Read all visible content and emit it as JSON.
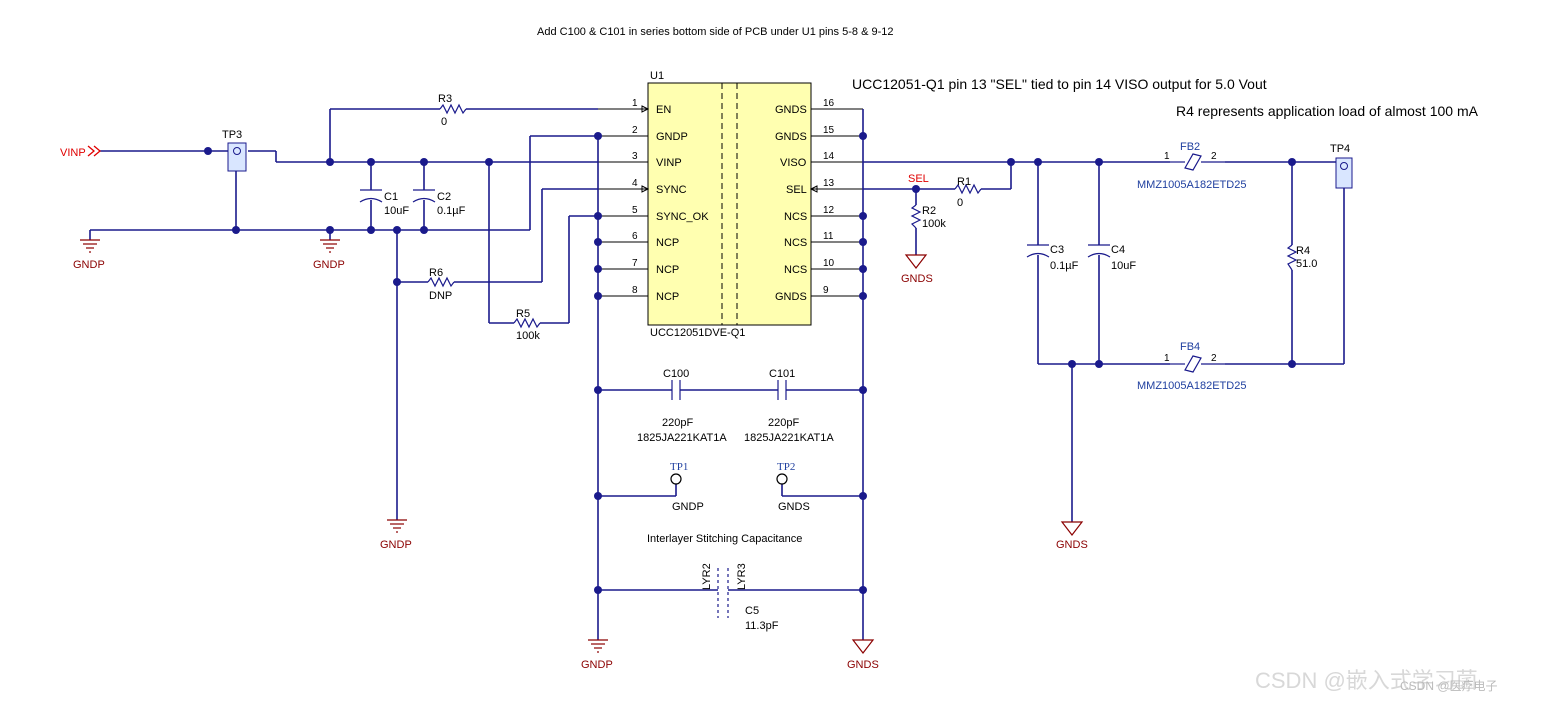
{
  "notes": {
    "top": "Add C100 & C101 in series bottom side of PCB under U1 pins 5-8 & 9-12",
    "sel_note": "UCC12051-Q1 pin 13 \"SEL\" tied to pin 14 VISO output for 5.0 Vout",
    "load_note": "R4 represents application load of almost 100 mA",
    "stitch": "Interlayer Stitching Capacitance"
  },
  "ic": {
    "ref": "U1",
    "part": "UCC12051DVE-Q1",
    "left_pins": [
      {
        "num": "1",
        "name": "EN"
      },
      {
        "num": "2",
        "name": "GNDP"
      },
      {
        "num": "3",
        "name": "VINP"
      },
      {
        "num": "4",
        "name": "SYNC"
      },
      {
        "num": "5",
        "name": "SYNC_OK"
      },
      {
        "num": "6",
        "name": "NCP"
      },
      {
        "num": "7",
        "name": "NCP"
      },
      {
        "num": "8",
        "name": "NCP"
      }
    ],
    "right_pins": [
      {
        "num": "16",
        "name": "GNDS"
      },
      {
        "num": "15",
        "name": "GNDS"
      },
      {
        "num": "14",
        "name": "VISO"
      },
      {
        "num": "13",
        "name": "SEL"
      },
      {
        "num": "12",
        "name": "NCS"
      },
      {
        "num": "11",
        "name": "NCS"
      },
      {
        "num": "10",
        "name": "NCS"
      },
      {
        "num": "9",
        "name": "GNDS"
      }
    ]
  },
  "components": {
    "vinp": "VINP",
    "tp3": "TP3",
    "tp4": "TP4",
    "r3_ref": "R3",
    "r3_val": "0",
    "r1_ref": "R1",
    "r1_val": "0",
    "r2_ref": "R2",
    "r2_val": "100k",
    "r4_ref": "R4",
    "r4_val": "51.0",
    "r5_ref": "R5",
    "r5_val": "100k",
    "r6_ref": "R6",
    "r6_val": "DNP",
    "c1_ref": "C1",
    "c1_val": "10uF",
    "c2_ref": "C2",
    "c2_val": "0.1µF",
    "c3_ref": "C3",
    "c3_val": "0.1µF",
    "c4_ref": "C4",
    "c4_val": "10uF",
    "c100_ref": "C100",
    "c100_val": "220pF",
    "c100_part": "1825JA221KAT1A",
    "c101_ref": "C101",
    "c101_val": "220pF",
    "c101_part": "1825JA221KAT1A",
    "c5_ref": "C5",
    "c5_val": "11.3pF",
    "lyr2": "LYR2",
    "lyr3": "LYR3",
    "fb2_ref": "FB2",
    "fb2_part": "MMZ1005A182ETD25",
    "fb4_ref": "FB4",
    "fb4_part": "MMZ1005A182ETD25",
    "fb_pin1": "1",
    "fb_pin2": "2",
    "sel_net": "SEL",
    "tp1": "TP1",
    "tp1_net": "GNDP",
    "tp2": "TP2",
    "tp2_net": "GNDS"
  },
  "grounds": {
    "gndp": "GNDP",
    "gnds": "GNDS"
  },
  "watermark": {
    "main": "CSDN @嵌入式学习菌",
    "sub": "CSDN @医疗电子"
  },
  "colors": {
    "wire": "#1a1a8c",
    "ic_fill": "#ffffb0",
    "ground": "#8b0000",
    "net_label": "#e00000",
    "ferrite_label": "#1f3f9f"
  }
}
